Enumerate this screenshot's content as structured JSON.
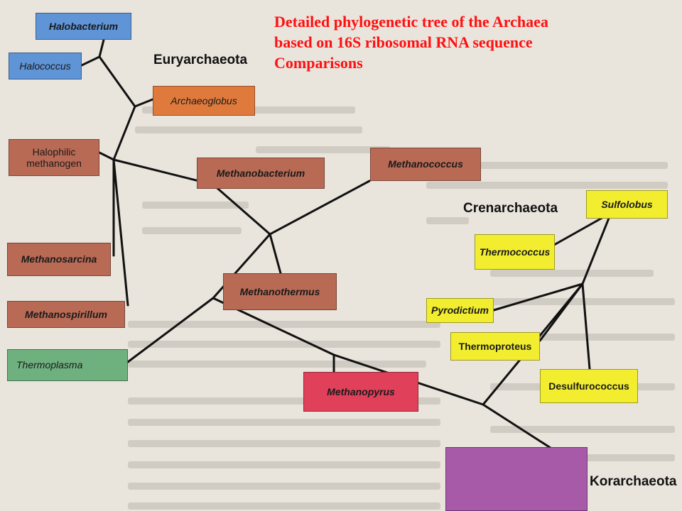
{
  "title_lines": [
    "Detailed phylogenetic tree of the Archaea",
    "based on 16S ribosomal RNA sequence",
    "Comparisons"
  ],
  "groups": {
    "euryarchaeota": "Euryarchaeota",
    "crenarchaeota": "Crenarchaeota",
    "korarchaeota": "Korarchaeota"
  },
  "taxa": {
    "halobacterium": "Halobacterium",
    "halococcus": "Halococcus",
    "archaeoglobus": "Archaeoglobus",
    "halophilic_methanogen": "Halophilic methanogen",
    "methanobacterium": "Methanobacterium",
    "methanococcus": "Methanococcus",
    "methanosarcina": "Methanosarcina",
    "methanothermus": "Methanothermus",
    "methanospirillum": "Methanospirillum",
    "thermoplasma": "Thermoplasma",
    "methanopyrus": "Methanopyrus",
    "sulfolobus": "Sulfolobus",
    "thermococcus": "Thermococcus",
    "pyrodictium": "Pyrodictium",
    "thermoproteus": "Thermoproteus",
    "desulfurococcus": "Desulfurococcus"
  },
  "colors": {
    "halobacteria_blue": "#5f94d6",
    "orange": "#e07a3c",
    "methanogen_brown": "#b86a55",
    "thermoplasma_green": "#6fb07f",
    "methanopyrus_red": "#e0405a",
    "crenarchaeota_yellow": "#f2ee2f",
    "korarchaeota_purple": "#a65aa8",
    "title_red": "#ff1010"
  }
}
